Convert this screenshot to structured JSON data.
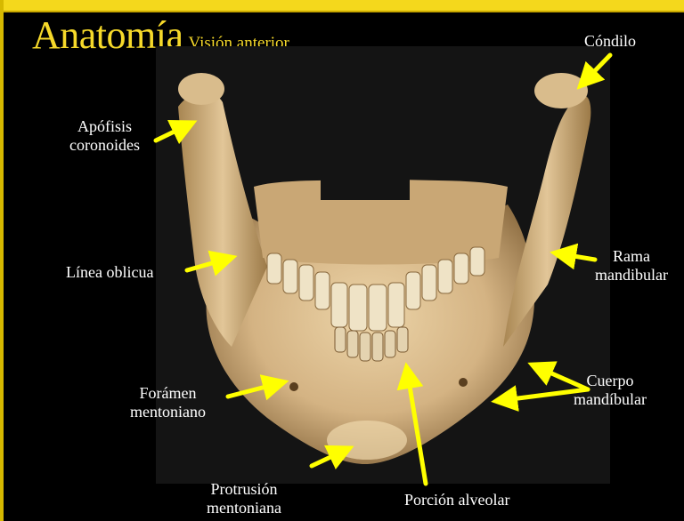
{
  "title": {
    "main": "Anatomía",
    "sub": "Visión anterior"
  },
  "colors": {
    "accent": "#f6d92a",
    "arrow": "#ffff00",
    "bone": "#d8b98a",
    "background": "#000000"
  },
  "labels": {
    "condilo": "Cóndilo",
    "apofisis_1": "Apófisis",
    "apofisis_2": "coronoides",
    "rama_1": "Rama",
    "rama_2": "mandibular",
    "linea_oblicua": "Línea oblicua",
    "foramen_1": "Forámen",
    "foramen_2": "mentoniano",
    "cuerpo_1": "Cuerpo",
    "cuerpo_2": "mandíbular",
    "protrusion_1": "Protrusión",
    "protrusion_2": "mentoniana",
    "porcion_alveolar": "Porción alveolar"
  },
  "image": {
    "subject": "mandible-3d-render"
  }
}
